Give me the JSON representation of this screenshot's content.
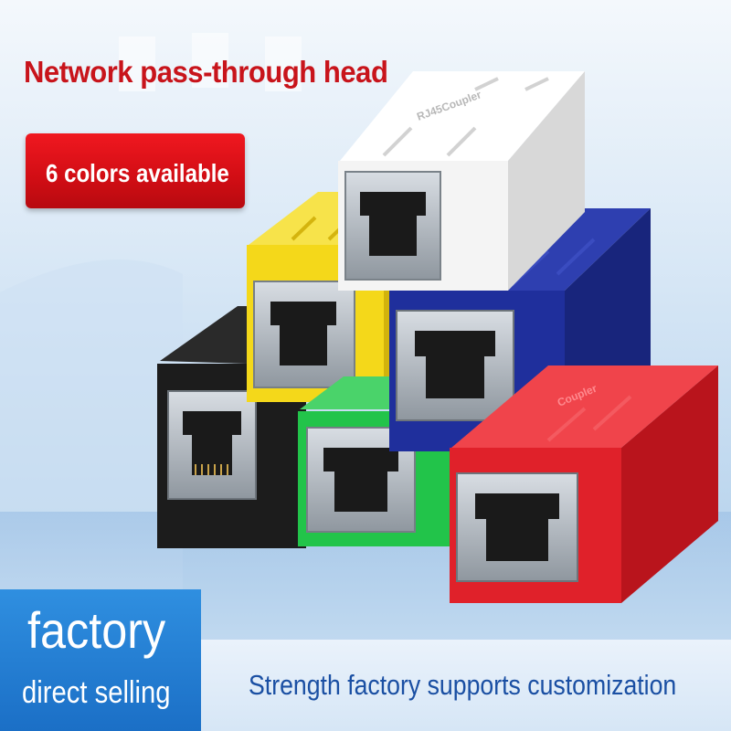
{
  "title": "Network pass-through head",
  "badge": {
    "text": "6 colors available"
  },
  "banner": {
    "big": "factory",
    "small": "direct selling",
    "slogan": "Strength factory supports customization"
  },
  "product_print": [
    "RJ45Coupler",
    "Coupler"
  ],
  "couplers": [
    {
      "color": "white",
      "hex": "#f4f4f4"
    },
    {
      "color": "yellow",
      "hex": "#f4d81a"
    },
    {
      "color": "blue",
      "hex": "#1f2f9c"
    },
    {
      "color": "black",
      "hex": "#1c1c1c"
    },
    {
      "color": "green",
      "hex": "#22c44a"
    },
    {
      "color": "red",
      "hex": "#e0212a"
    }
  ],
  "colors": {
    "title": "#c8141b",
    "badge": "#e0141b",
    "banner": "#1b6fc6",
    "slogan": "#1a4fa3"
  }
}
